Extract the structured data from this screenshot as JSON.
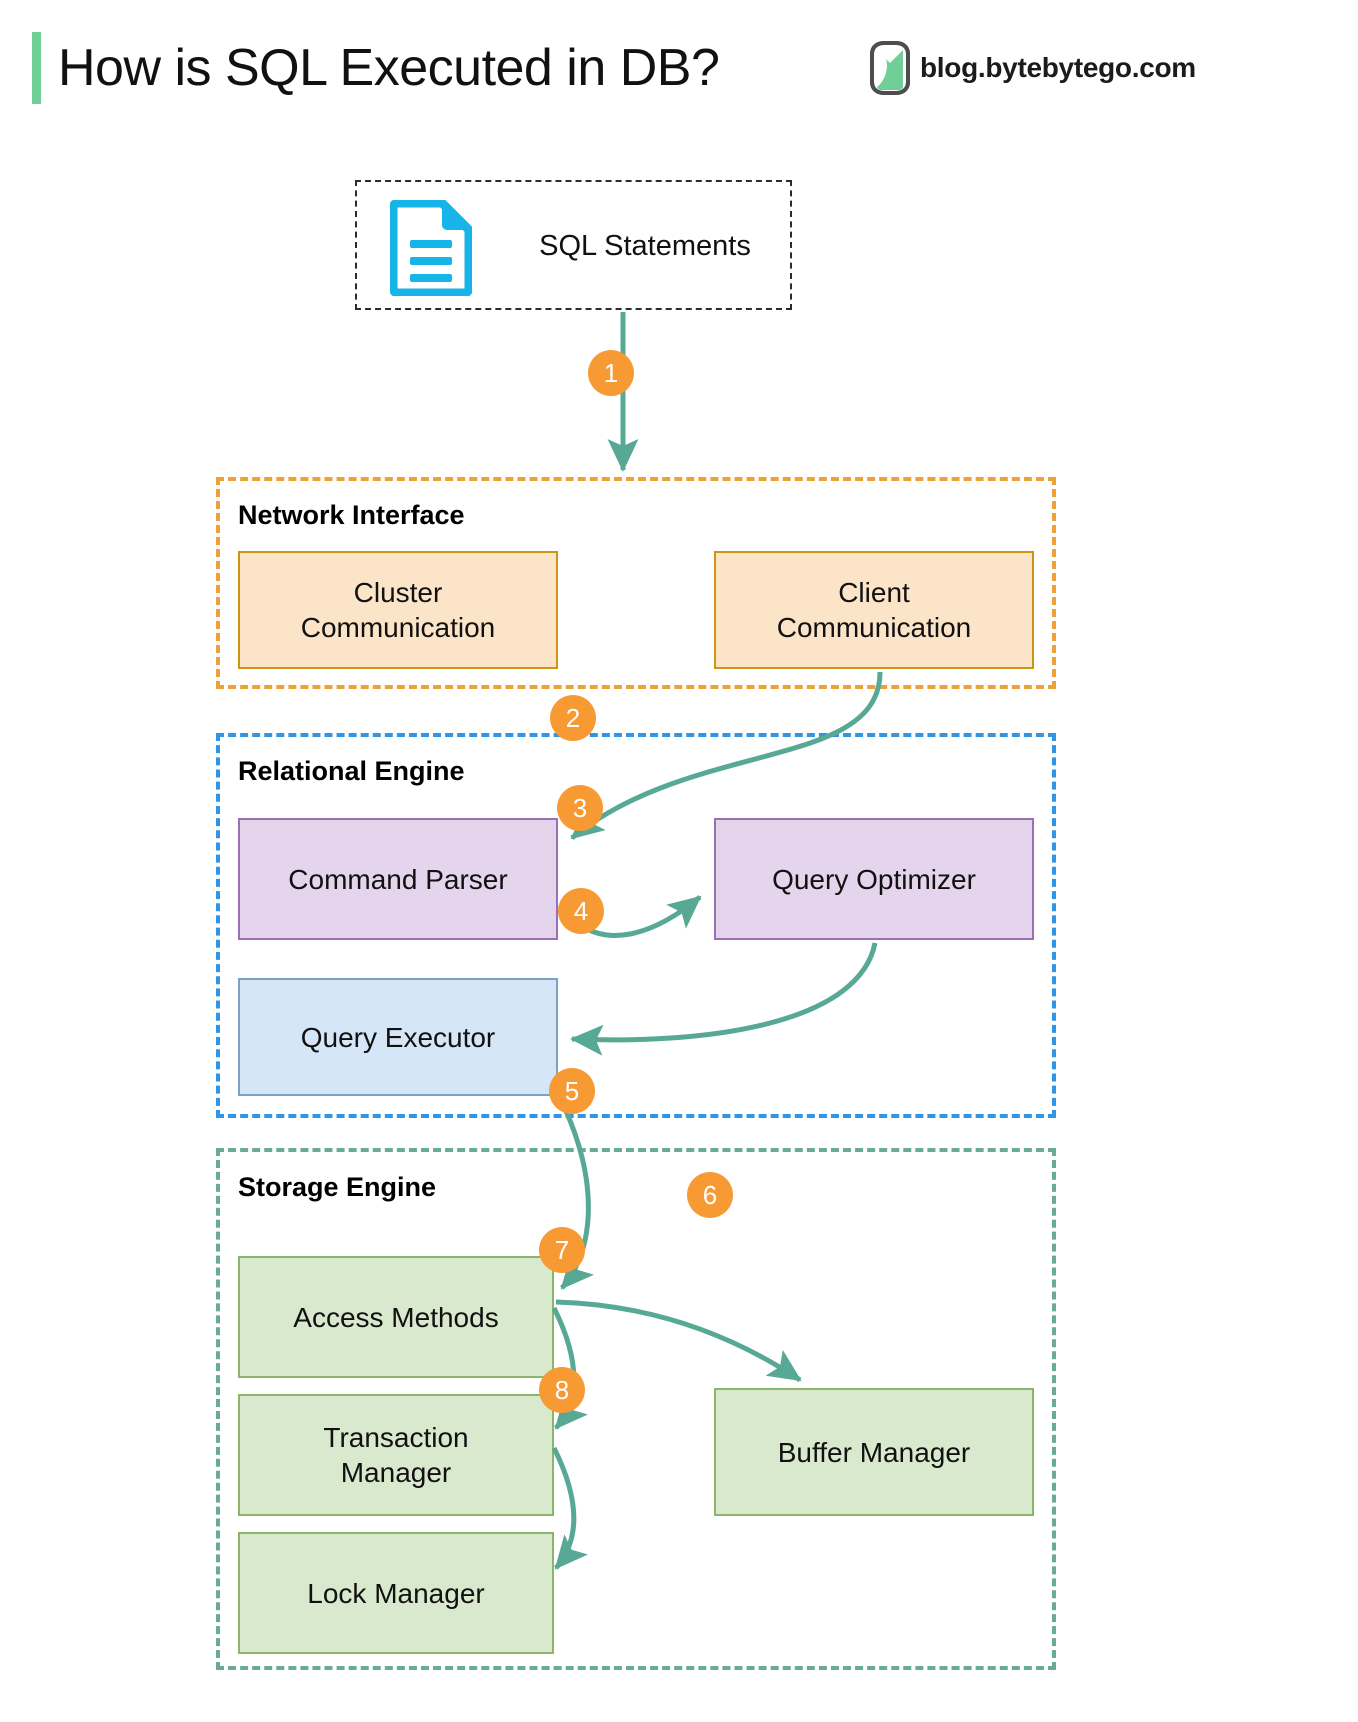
{
  "header": {
    "title": "How is SQL Executed in DB?",
    "brand_text": "blog.bytebytego.com",
    "logo_icon": "bytebytego-logo-icon",
    "accent_color": "#6fcf97"
  },
  "source": {
    "label": "SQL Statements",
    "icon": "document-icon",
    "icon_color": "#16b4e8"
  },
  "groups": [
    {
      "id": "network-interface",
      "label": "Network Interface",
      "border_color": "#f0a135",
      "nodes": [
        {
          "id": "cluster-communication",
          "label": "Cluster\nCommunication",
          "line1": "Cluster",
          "line2": "Communication",
          "fill": "#fce4c8",
          "stroke": "#cf9510"
        },
        {
          "id": "client-communication",
          "label": "Client\nCommunication",
          "line1": "Client",
          "line2": "Communication",
          "fill": "#fce4c8",
          "stroke": "#cf9510"
        }
      ]
    },
    {
      "id": "relational-engine",
      "label": "Relational Engine",
      "border_color": "#2f95e8",
      "nodes": [
        {
          "id": "command-parser",
          "label": "Command Parser",
          "fill": "#e4d4ec",
          "stroke": "#9b6fb4"
        },
        {
          "id": "query-optimizer",
          "label": "Query Optimizer",
          "fill": "#e4d4ec",
          "stroke": "#9b6fb4"
        },
        {
          "id": "query-executor",
          "label": "Query Executor",
          "fill": "#d6e6f9",
          "stroke": "#7f9fc4"
        }
      ]
    },
    {
      "id": "storage-engine",
      "label": "Storage Engine",
      "border_color": "#6aab94",
      "nodes": [
        {
          "id": "access-methods",
          "label": "Access Methods",
          "fill": "#d8e9cd",
          "stroke": "#8ab56b"
        },
        {
          "id": "transaction-manager",
          "line1": "Transaction",
          "line2": "Manager",
          "label": "Transaction Manager",
          "fill": "#d8e9cd",
          "stroke": "#8ab56b"
        },
        {
          "id": "lock-manager",
          "label": "Lock Manager",
          "fill": "#d8e9cd",
          "stroke": "#8ab56b"
        },
        {
          "id": "buffer-manager",
          "label": "Buffer Manager",
          "fill": "#d8e9cd",
          "stroke": "#8ab56b"
        }
      ]
    }
  ],
  "steps": [
    {
      "number": "1",
      "from": "sql-statements",
      "to": "network-interface"
    },
    {
      "number": "2",
      "from": "client-communication",
      "to": "command-parser"
    },
    {
      "number": "3",
      "from": "command-parser",
      "to": "query-optimizer"
    },
    {
      "number": "4",
      "from": "query-optimizer",
      "to": "query-executor"
    },
    {
      "number": "5",
      "from": "query-executor",
      "to": "access-methods"
    },
    {
      "number": "6",
      "from": "access-methods",
      "to": "buffer-manager"
    },
    {
      "number": "7",
      "from": "access-methods",
      "to": "transaction-manager"
    },
    {
      "number": "8",
      "from": "transaction-manager",
      "to": "lock-manager"
    }
  ],
  "colors": {
    "arrow": "#57a894",
    "badge": "#f79a33",
    "badge_text": "#ffffff",
    "background": "#ffffff"
  }
}
